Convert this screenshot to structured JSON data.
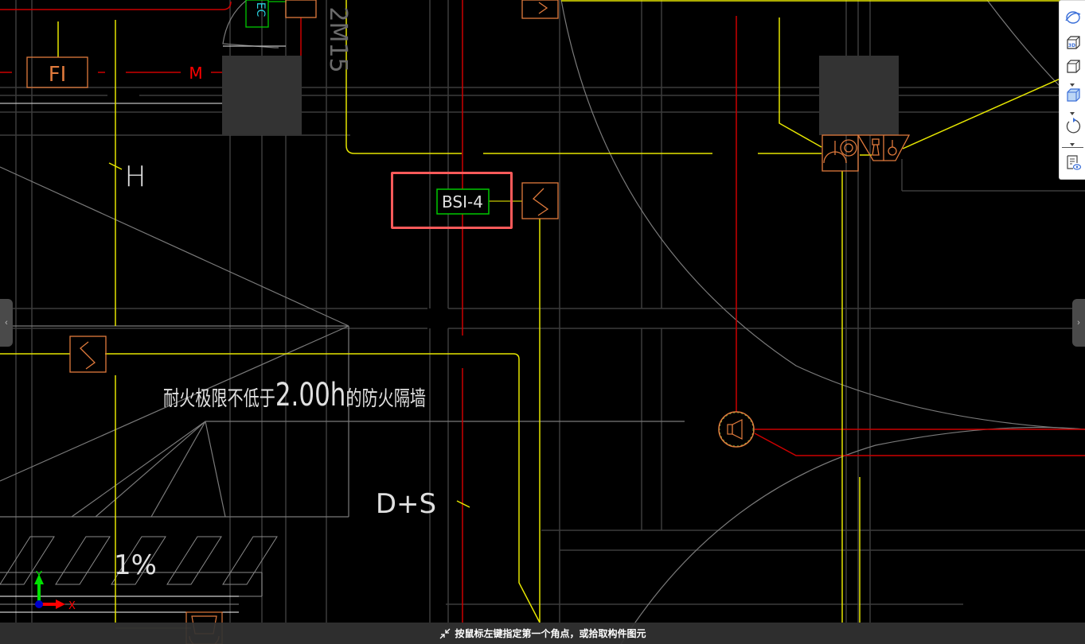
{
  "drawing": {
    "labels": {
      "fi": "FI",
      "m": "M",
      "h": "H",
      "ec": "EC",
      "rotated_code": "2M15",
      "bsi": "BSI-4",
      "fire_wall_note_prefix": "耐火极限不低于",
      "fire_wall_note_value": "2.00h",
      "fire_wall_note_suffix": "的防火隔墙",
      "ds": "D+S",
      "slope": "1%"
    },
    "colors": {
      "background": "#000000",
      "grid": "#3c3c3c",
      "wall": "#7a7a7a",
      "yellow": "#e6e600",
      "red": "#cc0000",
      "orange": "#e07a3c",
      "green": "#00c800",
      "cyan": "#29d3e0",
      "column": "#333333",
      "selection": "#ff5a5a"
    },
    "selected_element": "BSI-4"
  },
  "axis_indicator": {
    "x_label": "X",
    "y_label": "Y"
  },
  "toolbar": {
    "buttons": [
      {
        "name": "orbit",
        "icon": "orbit-icon"
      },
      {
        "name": "view-3d",
        "icon": "3d-view-icon"
      },
      {
        "name": "view-wireframe",
        "icon": "wireframe-cube-icon"
      },
      {
        "name": "view-shaded",
        "icon": "shaded-cube-icon"
      },
      {
        "name": "rotate",
        "icon": "rotate-icon"
      },
      {
        "name": "display-settings",
        "icon": "display-settings-icon"
      }
    ]
  },
  "side_tabs": {
    "left": "‹",
    "right": "›"
  },
  "status_bar": {
    "message": "按鼠标左键指定第一个角点，或拾取构件图元"
  }
}
